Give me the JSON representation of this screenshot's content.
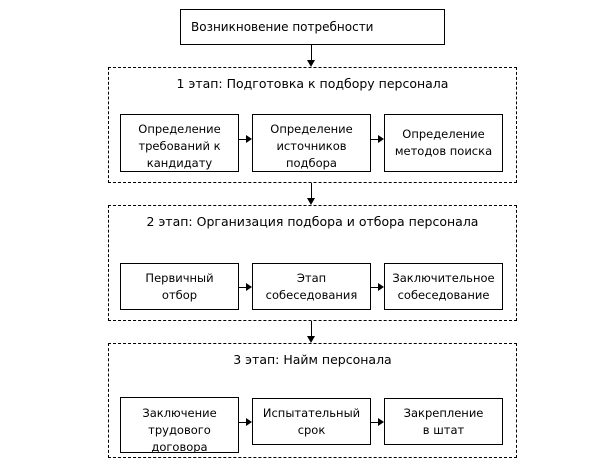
{
  "diagram": {
    "start": {
      "label": "Возникновение потребности"
    },
    "stages": [
      {
        "title": "1 этап: Подготовка к подбору персонала",
        "steps": [
          "Определение требований к кандидату",
          "Определение источников подбора",
          "Определение методов поиска"
        ]
      },
      {
        "title": "2 этап: Организация подбора и отбора персонала",
        "steps": [
          "Первичный отбор",
          "Этап собеседования",
          "Заключительное собеседование"
        ]
      },
      {
        "title": "3 этап: Найм персонала",
        "steps": [
          "Заключение трудового договора",
          "Испытательный срок",
          "Закрепление в штат"
        ]
      }
    ]
  }
}
